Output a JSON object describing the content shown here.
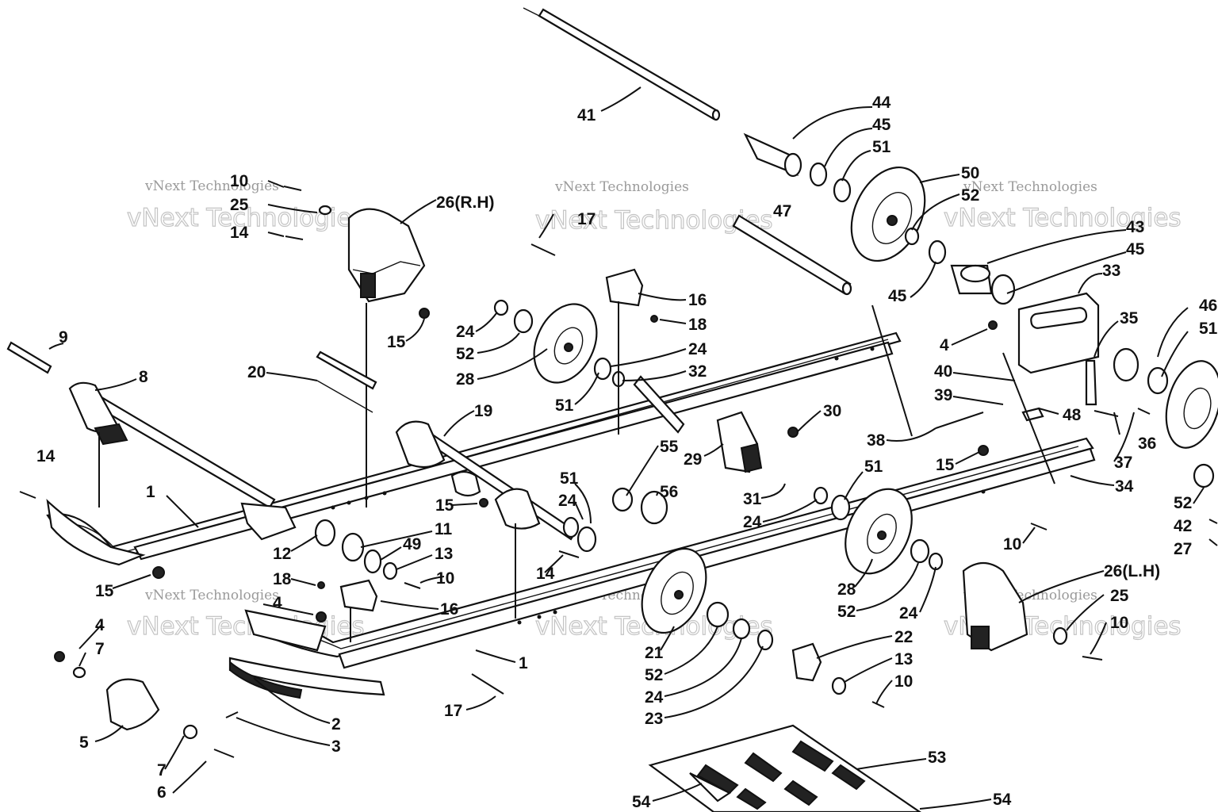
{
  "watermark": {
    "small": "vNext Technologies",
    "large": "vNext Technologies"
  },
  "labels": {
    "p41": "41",
    "p44": "44",
    "p45a": "45",
    "p51a": "51",
    "p50": "50",
    "p52a": "52",
    "p47": "47",
    "p43": "43",
    "p45b": "45",
    "p45c": "45",
    "p33": "33",
    "p46": "46",
    "p51b": "51",
    "p35": "35",
    "p4a": "4",
    "p40": "40",
    "p39": "39",
    "p48": "48",
    "p36": "36",
    "p37": "37",
    "p38": "38",
    "p15a": "15",
    "p34": "34",
    "p10a": "10",
    "p52b": "52",
    "p42": "42",
    "p27": "27",
    "p10b": "10",
    "p25a": "25",
    "p26rh": "26(R.H)",
    "p14a": "14",
    "p15b": "15",
    "p17a": "17",
    "p16a": "16",
    "p18a": "18",
    "p24a": "24",
    "p52c": "52",
    "p28a": "28",
    "p24b": "24",
    "p32": "32",
    "p51c": "51",
    "p9": "9",
    "p8": "8",
    "p20": "20",
    "p19": "19",
    "p30": "30",
    "p55": "55",
    "p56": "56",
    "p29": "29",
    "p31": "31",
    "p24c": "24",
    "p51d": "51",
    "p14b": "14",
    "p1a": "1",
    "p15c": "15",
    "p12": "12",
    "p11": "11",
    "p49": "49",
    "p13a": "13",
    "p10c": "10",
    "p51e": "51",
    "p24d": "24",
    "p14c": "14",
    "p15d": "15",
    "p18b": "18",
    "p16b": "16",
    "p4b": "4",
    "p4c": "4",
    "p7a": "7",
    "p5": "5",
    "p7b": "7",
    "p6": "6",
    "p2": "2",
    "p3": "3",
    "p17b": "17",
    "p1b": "1",
    "p21": "21",
    "p52d": "52",
    "p24e": "24",
    "p23": "23",
    "p22": "22",
    "p13b": "13",
    "p10d": "10",
    "p28b": "28",
    "p52e": "52",
    "p24f": "24",
    "p26lh": "26(L.H)",
    "p25b": "25",
    "p10e": "10",
    "p53": "53",
    "p54a": "54",
    "p54b": "54"
  }
}
